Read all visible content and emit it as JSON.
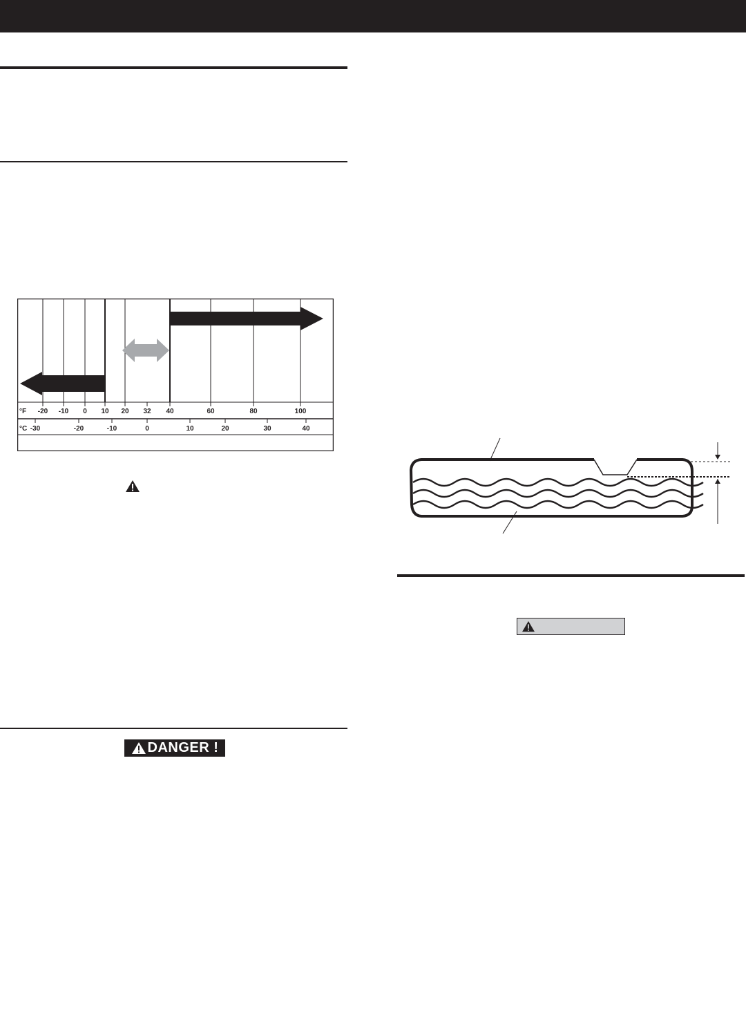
{
  "header": {
    "color": "#231f20"
  },
  "temperature_chart": {
    "fahrenheit_unit": "°F",
    "celsius_unit": "°C",
    "fahrenheit_ticks": [
      "-20",
      "-10",
      "0",
      "10",
      "20",
      "32",
      "40",
      "60",
      "80",
      "100"
    ],
    "celsius_ticks": [
      "-30",
      "-20",
      "-10",
      "0",
      "10",
      "20",
      "30",
      "40"
    ],
    "ranges": [
      {
        "from_f": -20,
        "to_f": 10,
        "color": "#231f20",
        "direction": "left"
      },
      {
        "from_f": 10,
        "to_f": 40,
        "color": "#a7a9ac",
        "direction": "both"
      },
      {
        "from_f": 40,
        "to_f": 100,
        "color": "#231f20",
        "direction": "right"
      }
    ]
  },
  "danger_label": {
    "text": "DANGER !"
  },
  "warning_label": {
    "text": ""
  },
  "level_diagram": {
    "icon": "fluid-level-diagram"
  }
}
